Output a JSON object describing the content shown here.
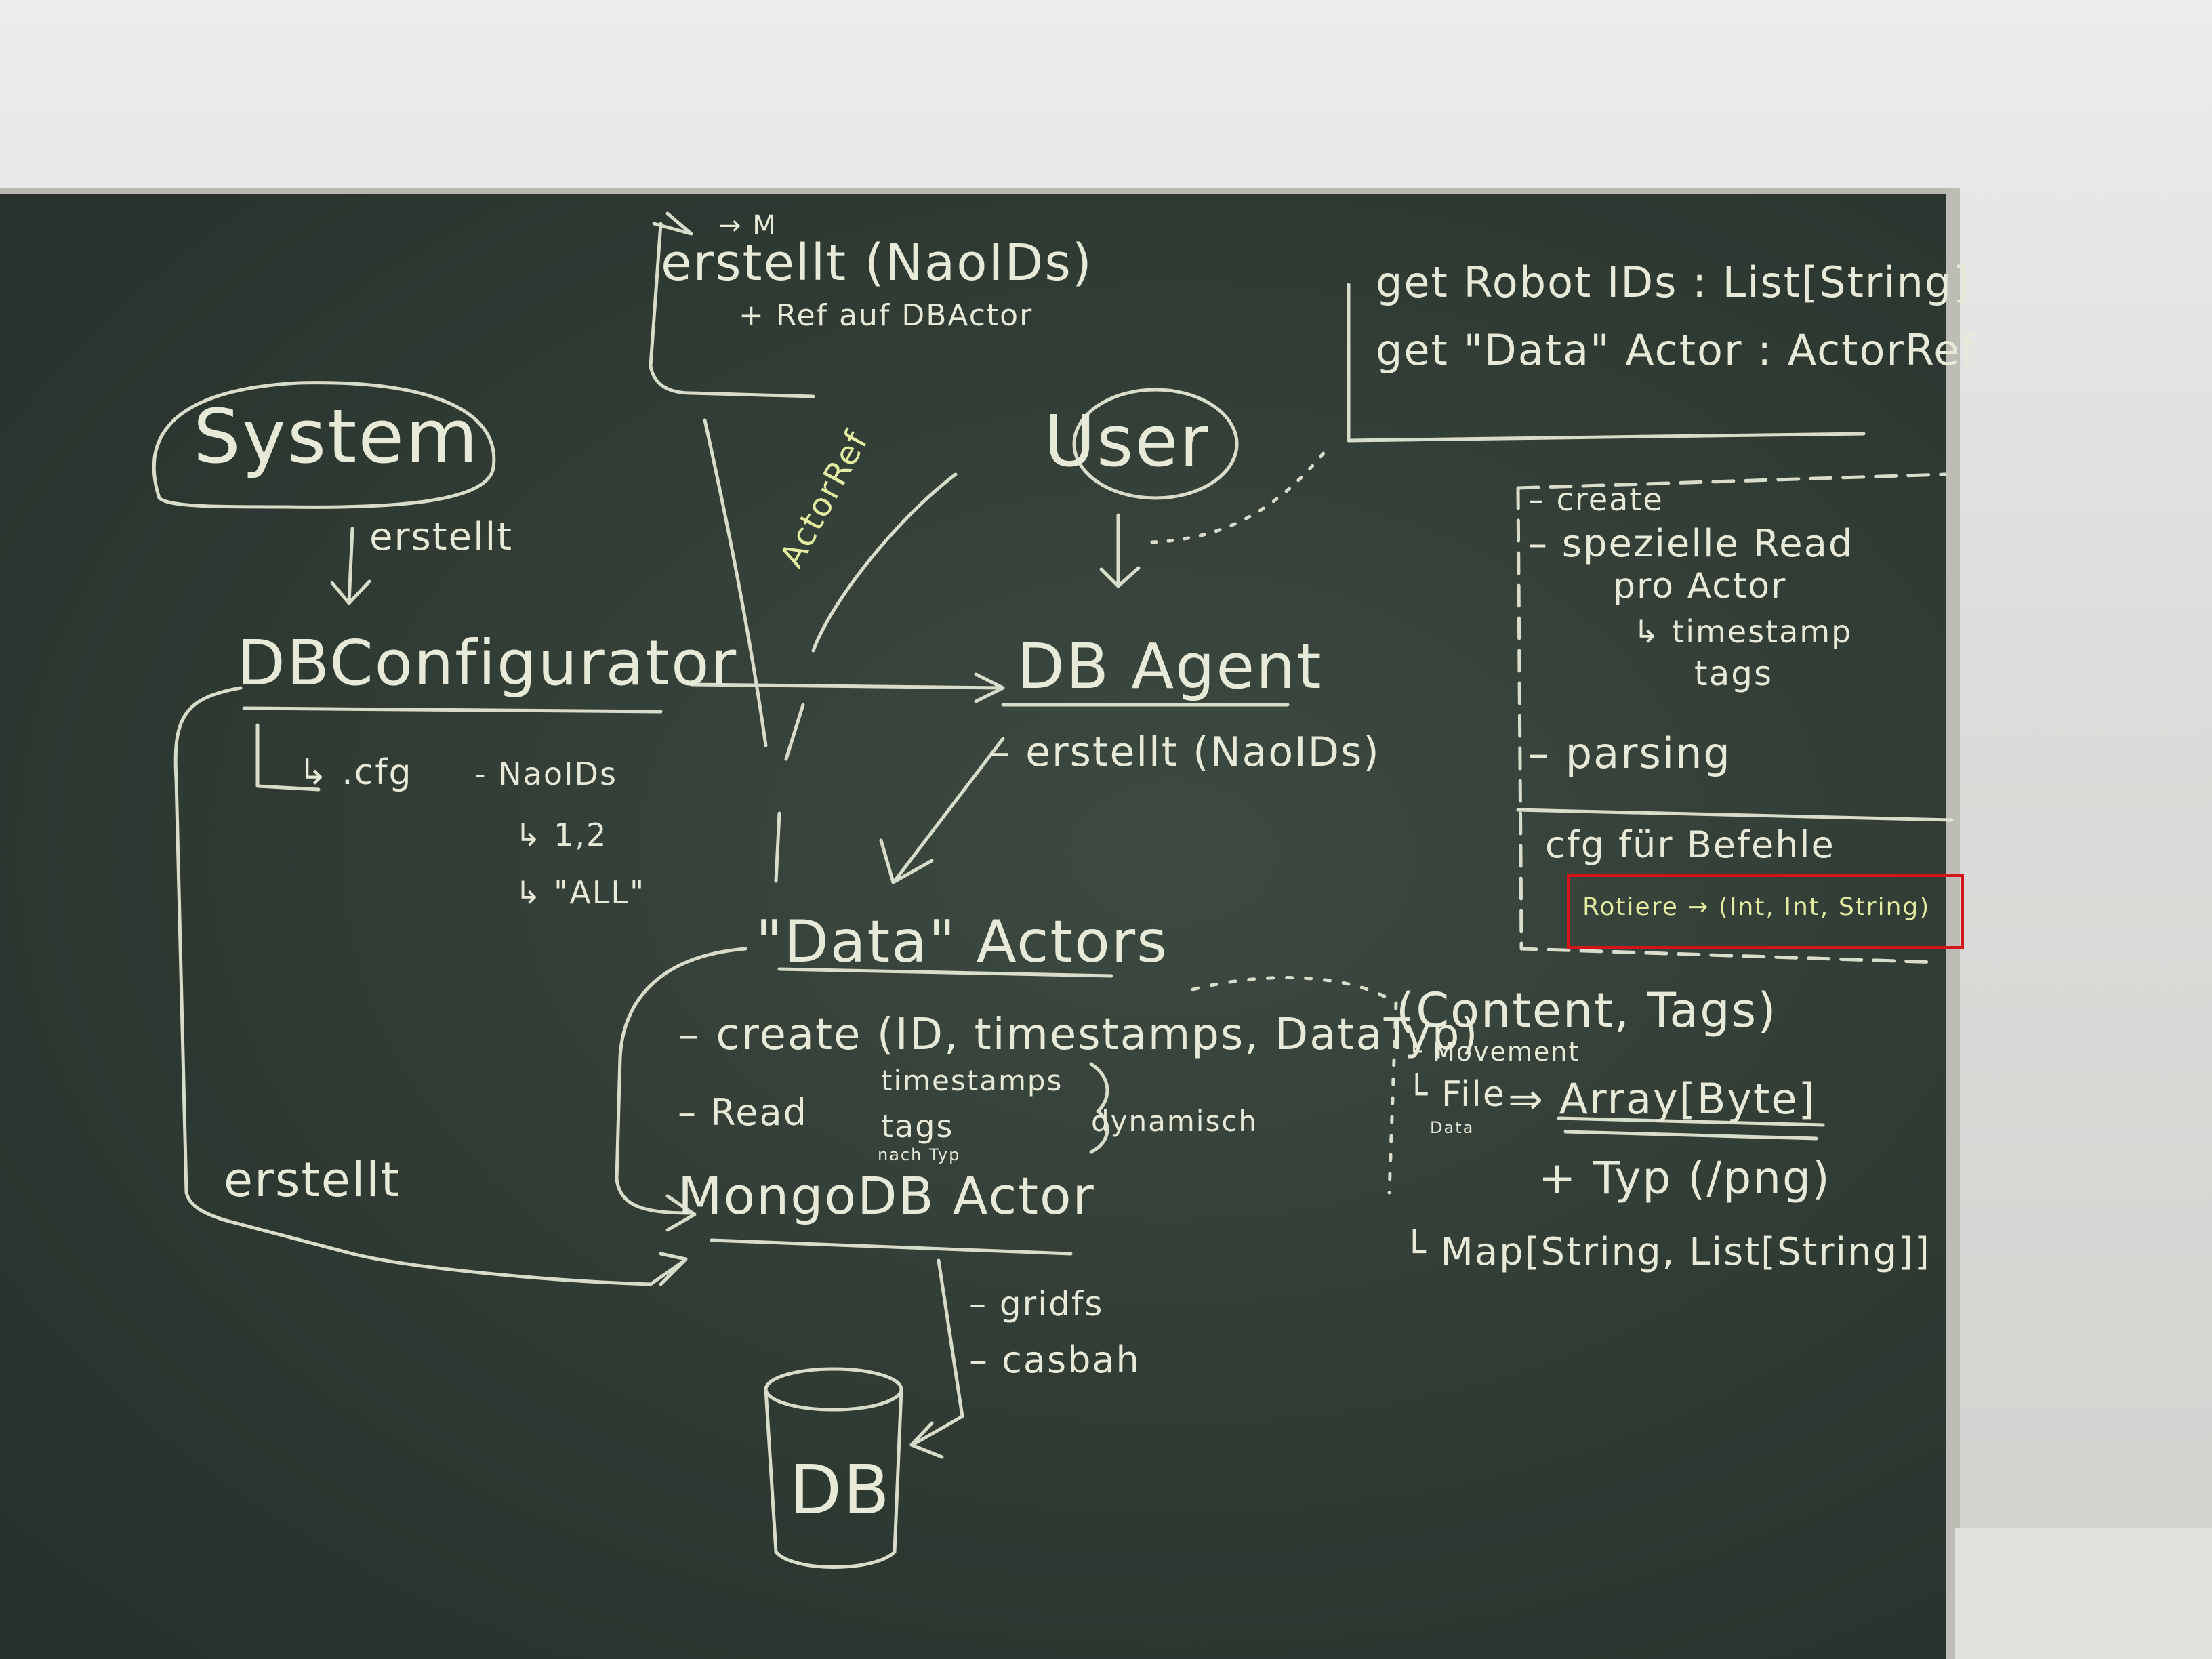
{
  "board": {
    "system": "System",
    "erstellt_1": "erstellt",
    "db_configurator": "DBConfigurator",
    "cfg": "↳ .cfg",
    "nao_ids_1": "- NaoIDs",
    "ids_12": "↳ 1,2",
    "ids_all": "↳ \"ALL\"",
    "erstellt_left": "erstellt",
    "erstellt_top": "erstellt (NaoIDs)",
    "ref_db_actor": "+ Ref auf DBActor",
    "arrow_m": "→ M",
    "actor_ref": "ActorRef",
    "user": "User",
    "db_agent": "DB Agent",
    "erstellt_nao": "– erstellt (NaoIDs)",
    "data_actors": "\"Data\" Actors",
    "create_line": "– create (ID, timestamps, DataTyp)",
    "read": "– Read",
    "read_timestamps": "timestamps",
    "read_tags": "tags",
    "read_nach_typ": "nach Typ",
    "dynamisch": "dynamisch",
    "mongo_actor": "MongoDB Actor",
    "gridfs": "– gridfs",
    "casbah": "– casbah",
    "db": "DB",
    "get_robot_ids": "get Robot IDs : List[String]",
    "get_data_actor": "get \"Data\" Actor : ActorRef",
    "create_r": "– create",
    "spezielle_read": "– spezielle Read",
    "pro_actor": "pro Actor",
    "timestamp": "↳ timestamp",
    "tags_r": "tags",
    "parsing": "– parsing",
    "cfg_befehle": "cfg für Befehle",
    "rotiere": "Rotiere → (Int, Int, String)",
    "content_tags": "(Content, Tags)",
    "movement": "└ Movement",
    "file": "└ File",
    "file_data": "Data",
    "array_byte": "⇒ Array[Byte]",
    "typ_png": "+ Typ (/png)",
    "map_string": "└ Map[String, List[String]]"
  },
  "colors": {
    "board": "#2f3a33",
    "chalk": "#e7ead8",
    "chalk_yellow": "#e3eca0",
    "highlight": "#d4141a"
  }
}
